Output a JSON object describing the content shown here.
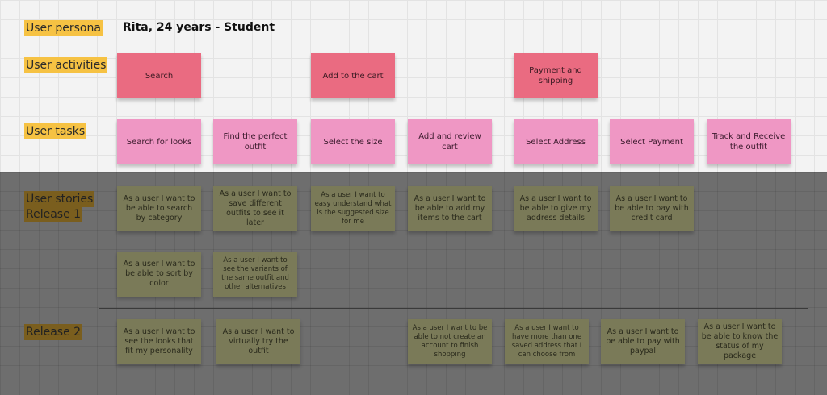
{
  "labels": {
    "persona": "User persona",
    "activities": "User activities",
    "tasks": "User tasks",
    "stories_line1": "User stories",
    "stories_line2": "Release 1",
    "release2": "Release 2"
  },
  "persona_name": "Rita, 24 years - Student",
  "activities": [
    "Search",
    "Add to the cart",
    "Payment and shipping"
  ],
  "tasks": [
    "Search for looks",
    "Find the perfect outfit",
    "Select the size",
    "Add and review cart",
    "Select Address",
    "Select Payment",
    "Track and Receive the outfit"
  ],
  "release1_row1": [
    "As a user I want to be able to search by category",
    "As a user I want to save different outfits to see it later",
    "As a user I want to easy understand what is the suggested size for me",
    "As a user I want to be able to add my items to the cart",
    "As a user I want to be able to give my address details",
    "As a user I want to be able to pay with credit card"
  ],
  "release1_row2": [
    "As a user I want to be able to sort by color",
    "As a user I want to see the variants of the same outfit and other alternatives"
  ],
  "release2": [
    "As a user I want to see the looks that fit my personality",
    "As a user I want to virtually try the outfit",
    "As a user I want to be able to not create an account to finish shopping",
    "As a user I want to have more than one saved address that I can choose from",
    "As a user I want to be able to pay with paypal",
    "As a user I want to be able to know the status of my package"
  ],
  "colors": {
    "activity": "#ea6b81",
    "task": "#ef97c4",
    "story": "#7a7a58",
    "label_highlight": "#f6c243"
  }
}
